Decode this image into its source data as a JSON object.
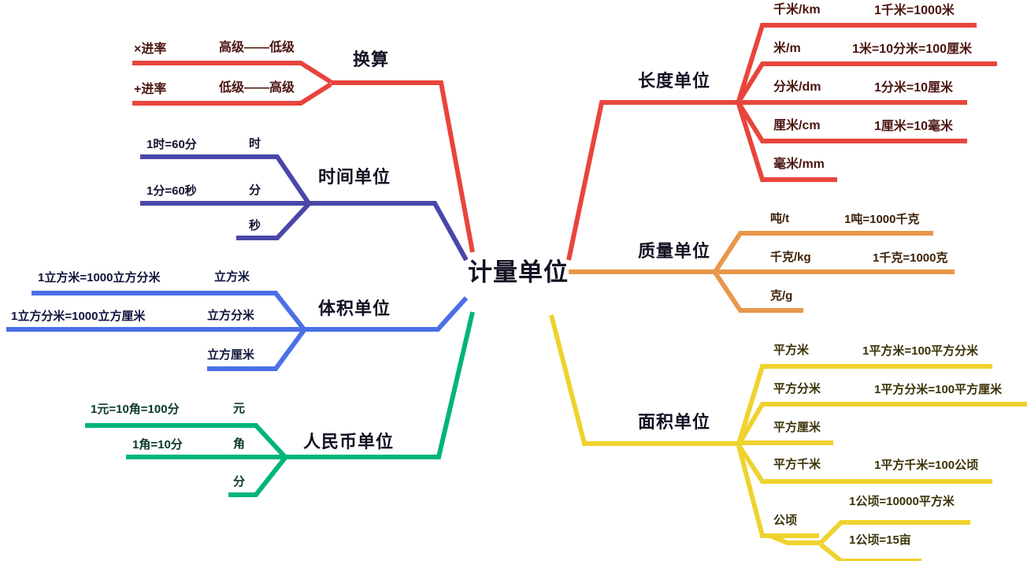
{
  "center": {
    "label": "计量单位"
  },
  "colors": {
    "red": "#E8453C",
    "purple": "#4A47A8",
    "blue": "#4A6FE8",
    "green": "#00B579",
    "orange": "#E8974A",
    "yellow": "#EFD22E",
    "background": "#FFFFFF"
  },
  "branches": {
    "conversion": {
      "title": "换算",
      "color": "#E8453C",
      "rows": [
        {
          "left": "×进率",
          "mid": "高级——低级"
        },
        {
          "left": "+进率",
          "mid": "低级——高级"
        }
      ]
    },
    "time": {
      "title": "时间单位",
      "color": "#4A47A8",
      "rows": [
        {
          "left": "1时=60分",
          "mid": "时"
        },
        {
          "left": "1分=60秒",
          "mid": "分"
        },
        {
          "left": "",
          "mid": "秒"
        }
      ]
    },
    "volume": {
      "title": "体积单位",
      "color": "#4A6FE8",
      "rows": [
        {
          "left": "1立方米=1000立方分米",
          "mid": "立方米"
        },
        {
          "left": "1立方分米=1000立方厘米",
          "mid": "立方分米"
        },
        {
          "left": "",
          "mid": "立方厘米"
        }
      ]
    },
    "currency": {
      "title": "人民币单位",
      "color": "#00B579",
      "rows": [
        {
          "left": "1元=10角=100分",
          "mid": "元"
        },
        {
          "left": "1角=10分",
          "mid": "角"
        },
        {
          "left": "",
          "mid": "分"
        }
      ]
    },
    "length": {
      "title": "长度单位",
      "color": "#E8453C",
      "rows": [
        {
          "unit": "千米/km",
          "rel": "1千米=1000米"
        },
        {
          "unit": "米/m",
          "rel": "1米=10分米=100厘米"
        },
        {
          "unit": "分米/dm",
          "rel": "1分米=10厘米"
        },
        {
          "unit": "厘米/cm",
          "rel": "1厘米=10毫米"
        },
        {
          "unit": "毫米/mm",
          "rel": ""
        }
      ]
    },
    "mass": {
      "title": "质量单位",
      "color": "#E8974A",
      "rows": [
        {
          "unit": "吨/t",
          "rel": "1吨=1000千克"
        },
        {
          "unit": "千克/kg",
          "rel": "1千克=1000克"
        },
        {
          "unit": "克/g",
          "rel": ""
        }
      ]
    },
    "area": {
      "title": "面积单位",
      "color": "#EFD22E",
      "rows": [
        {
          "unit": "平方米",
          "rel": "1平方米=100平方分米"
        },
        {
          "unit": "平方分米",
          "rel": "1平方分米=100平方厘米"
        },
        {
          "unit": "平方厘米",
          "rel": ""
        },
        {
          "unit": "平方千米",
          "rel": "1平方千米=100公顷"
        },
        {
          "unit": "公顷",
          "rel": ""
        }
      ],
      "hectare_sub": [
        {
          "rel": "1公顷=10000平方米"
        },
        {
          "rel": "1公顷=15亩"
        }
      ]
    }
  }
}
